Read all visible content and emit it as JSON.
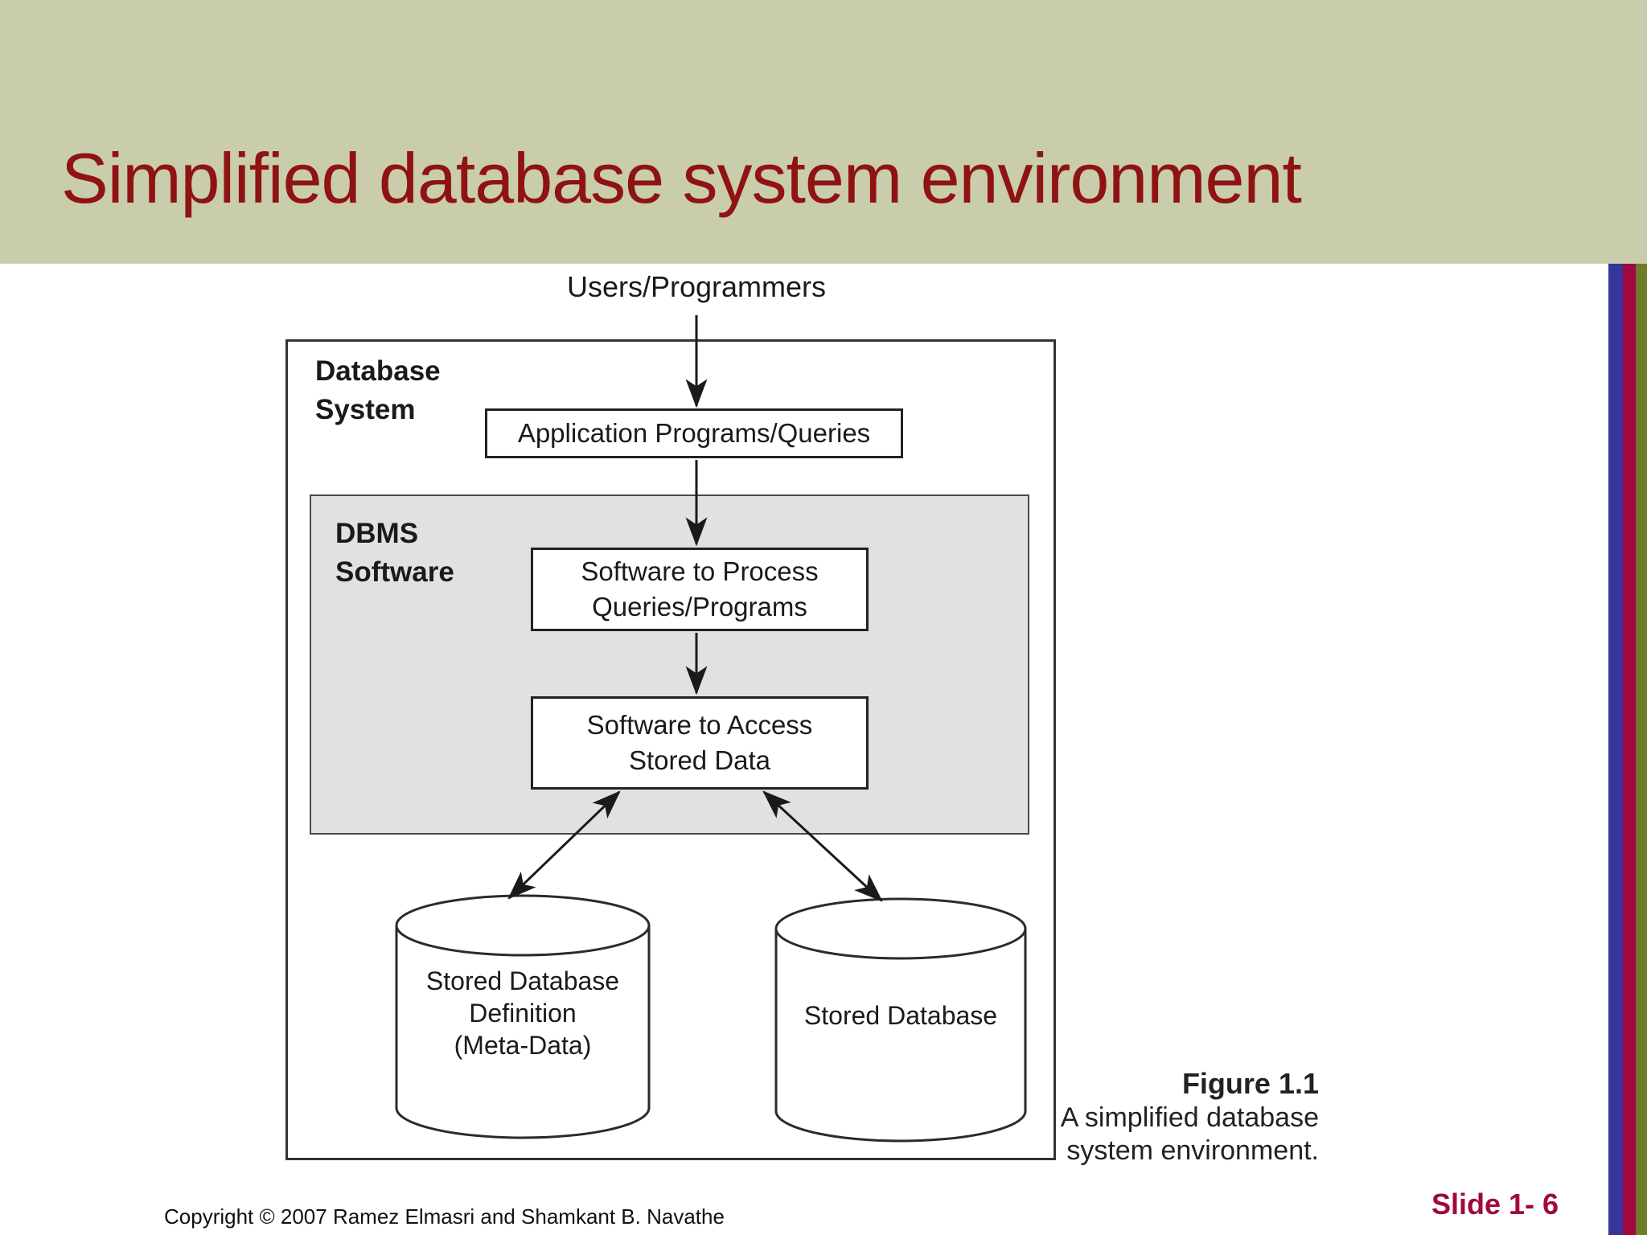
{
  "header": {
    "title": "Simplified database system environment"
  },
  "diagram": {
    "users_label": "Users/Programmers",
    "outer_box_label": "Database\nSystem",
    "app_box_label": "Application Programs/Queries",
    "dbms_box_label": "DBMS\nSoftware",
    "process_box_label": "Software to Process\nQueries/Programs",
    "access_box_label": "Software to Access\nStored Data",
    "left_cylinder_label": "Stored Database\nDefinition\n(Meta-Data)",
    "right_cylinder_label": "Stored Database"
  },
  "caption": {
    "figure_label": "Figure 1.1",
    "line1": "A simplified database",
    "line2": "system environment."
  },
  "footer": {
    "copyright": "Copyright © 2007 Ramez Elmasri and Shamkant B. Navathe",
    "slide_number": "Slide 1- 6"
  },
  "colors": {
    "header_background": "#cacdab",
    "title_text": "#8e1312",
    "stripe_blue": "#35359b",
    "stripe_crimson": "#a00840",
    "stripe_olive": "#6f7b28",
    "dbms_box_fill": "#e1e1e1",
    "diagram_stroke": "#1a1a1a",
    "slide_number_text": "#a00840"
  }
}
